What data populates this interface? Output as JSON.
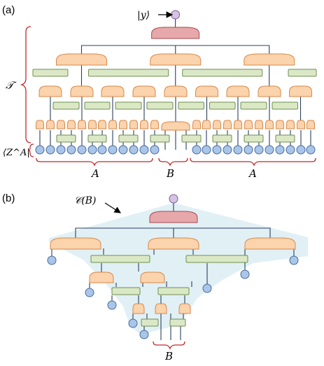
{
  "panels": {
    "a": {
      "label": "(a)",
      "output_state": "|y⟩",
      "tree_label": "𝒯",
      "product_state_label": "⟨Z^A|",
      "region_labels": [
        "A",
        "B",
        "A"
      ]
    },
    "b": {
      "label": "(b)",
      "cone_label": "𝒞(B)",
      "region_label": "B"
    }
  },
  "colors": {
    "disentangler_fill": "#dbe8c6",
    "disentangler_stroke": "#6f8f4e",
    "isometry_fill": "#fbd3ad",
    "isometry_stroke": "#d68a4a",
    "top_tensor_fill": "#e6a8aa",
    "top_tensor_stroke": "#a8474d",
    "site_fill": "#a9c5e8",
    "site_stroke": "#4a6c9c",
    "output_fill": "#d5c3e3",
    "output_stroke": "#7d5d98",
    "cone_fill": "#dcedf3",
    "wire": "#2b3f5c",
    "brace": "#c0292b"
  }
}
